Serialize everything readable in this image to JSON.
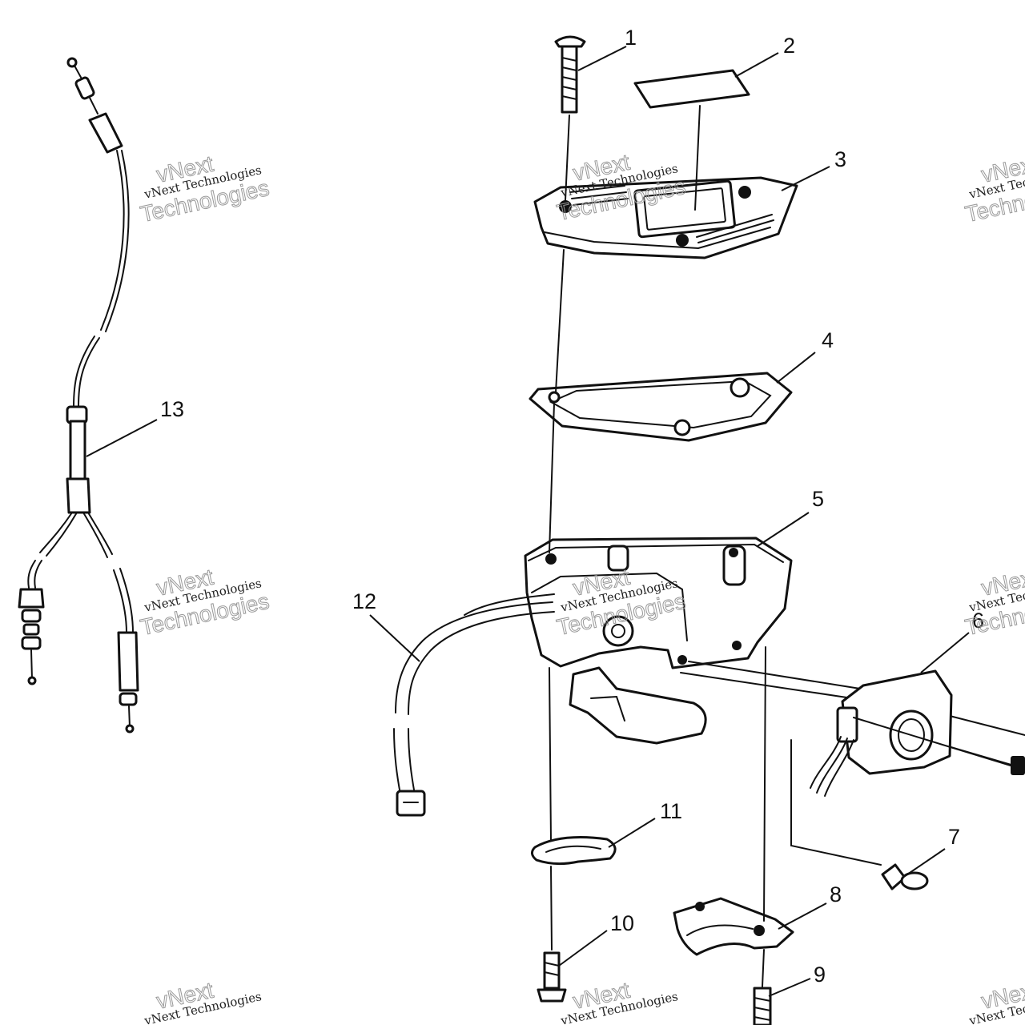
{
  "callouts": [
    "1",
    "2",
    "3",
    "4",
    "5",
    "6",
    "7",
    "8",
    "9",
    "10",
    "11",
    "12",
    "13"
  ],
  "watermark": {
    "line_small": "vNext Technologies",
    "brand": "vNext",
    "word": "Technologies"
  }
}
